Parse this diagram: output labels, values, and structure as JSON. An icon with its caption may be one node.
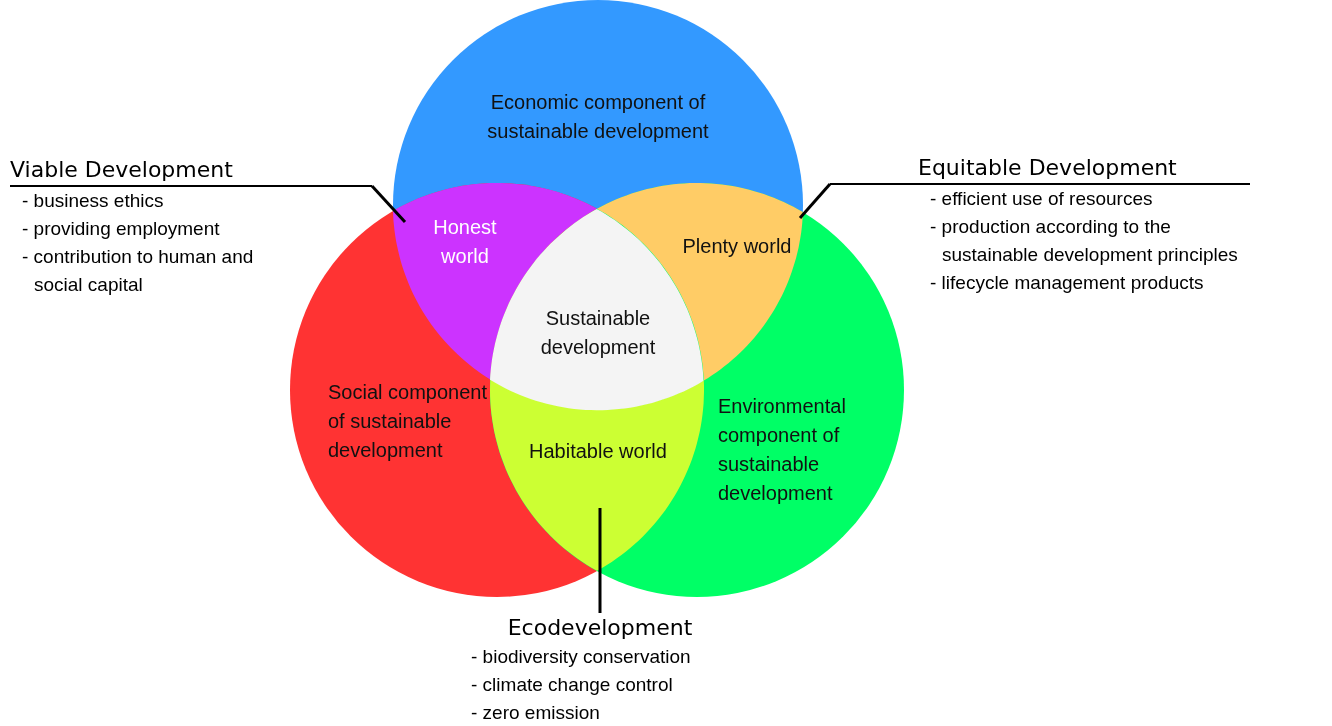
{
  "diagram": {
    "nodes": [
      {
        "text": [
          "Economic component of sustainable development"
        ]
      },
      {
        "text": [
          "Social component of sustainable development"
        ]
      },
      {
        "text": [
          "Environmental component of sustainable development"
        ]
      },
      {
        "text": [
          "Honest world"
        ]
      },
      {
        "text": [
          "Plenty world"
        ]
      },
      {
        "text": [
          "Habitable world"
        ]
      },
      {
        "text": [
          "Sustainable development"
        ]
      },
      {
        "text": [
          "Viable Development",
          "- business ethics",
          "- providing employment",
          "- contribution to human and social capital"
        ]
      },
      {
        "text": [
          "Equitable Development",
          "- efficient use of resources",
          "- production according to the sustainable development principles",
          "- lifecycle management products"
        ]
      },
      {
        "text": [
          "Ecodevelopment",
          "- biodiversity conservation",
          "- climate change control",
          "- zero emission"
        ]
      }
    ],
    "edges": [
      {
        "from": 7,
        "to": 3,
        "arrow": "none"
      },
      {
        "from": 8,
        "to": 4,
        "arrow": "none"
      },
      {
        "from": 9,
        "to": 5,
        "arrow": "none"
      }
    ]
  }
}
